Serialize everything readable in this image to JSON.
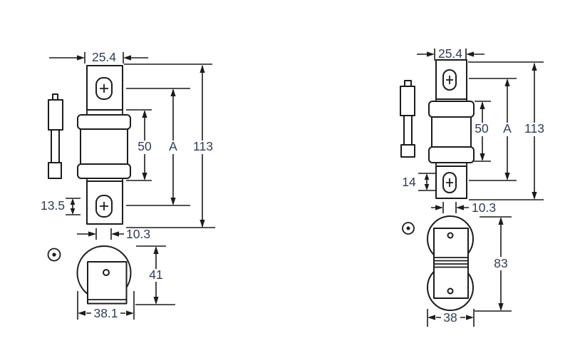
{
  "colors": {
    "line": "#1c1c1c",
    "dim_text": "#2e3d59",
    "background": "#ffffff"
  },
  "left": {
    "tag_width": "25.4",
    "body_length": "50",
    "ref_length": "A",
    "overall_length": "113",
    "hole_offset": "13.5",
    "slot_width": "10.3",
    "end_height": "41",
    "end_width": "38.1"
  },
  "right": {
    "tag_width": "25.4",
    "body_length": "50",
    "ref_length": "A",
    "overall_length": "113",
    "hole_offset": "14",
    "slot_width": "10.3",
    "end_height": "83",
    "end_width": "38"
  }
}
